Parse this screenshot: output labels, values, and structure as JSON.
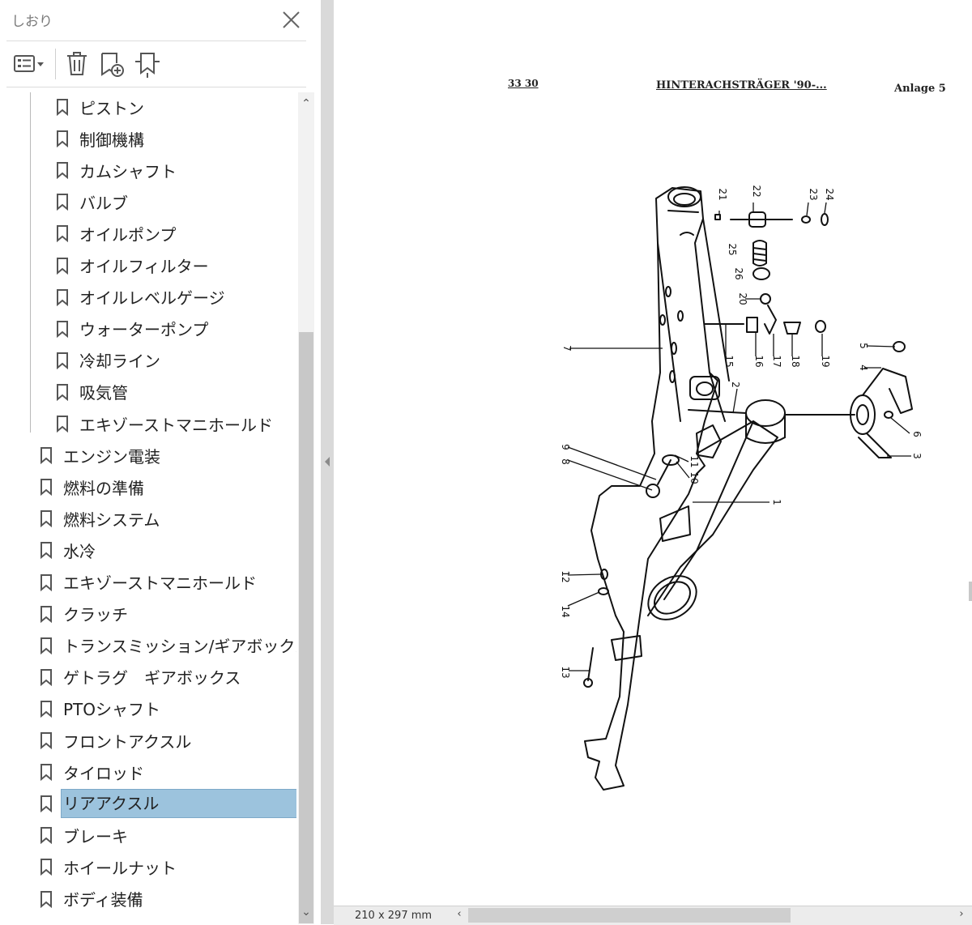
{
  "panel": {
    "title": "しおり",
    "toolbar": {
      "options_icon": "list-options-icon",
      "delete_icon": "trash-icon",
      "new_bookmark_icon": "bookmark-add-icon",
      "expand_icon": "bookmark-expand-icon"
    },
    "bookmarks": [
      {
        "label": "ピストン",
        "level": 2
      },
      {
        "label": "制御機構",
        "level": 2
      },
      {
        "label": "カムシャフト",
        "level": 2
      },
      {
        "label": "バルブ",
        "level": 2
      },
      {
        "label": "オイルポンプ",
        "level": 2
      },
      {
        "label": "オイルフィルター",
        "level": 2
      },
      {
        "label": "オイルレベルゲージ",
        "level": 2
      },
      {
        "label": "ウォーターポンプ",
        "level": 2
      },
      {
        "label": "冷却ライン",
        "level": 2
      },
      {
        "label": "吸気管",
        "level": 2
      },
      {
        "label": "エキゾーストマニホールド",
        "level": 2
      },
      {
        "label": "エンジン電装",
        "level": 1
      },
      {
        "label": "燃料の準備",
        "level": 1
      },
      {
        "label": "燃料システム",
        "level": 1
      },
      {
        "label": "水冷",
        "level": 1
      },
      {
        "label": "エキゾーストマニホールド",
        "level": 1
      },
      {
        "label": "クラッチ",
        "level": 1
      },
      {
        "label": "トランスミッション/ギアボックス",
        "level": 1
      },
      {
        "label": "ゲトラグ　ギアボックス",
        "level": 1
      },
      {
        "label": "PTOシャフト",
        "level": 1
      },
      {
        "label": "フロントアクスル",
        "level": 1
      },
      {
        "label": "タイロッド",
        "level": 1
      },
      {
        "label": "リアアクスル",
        "level": 1,
        "selected": true
      },
      {
        "label": "ブレーキ",
        "level": 1
      },
      {
        "label": "ホイールナット",
        "level": 1
      },
      {
        "label": "ボディ装備",
        "level": 1
      }
    ],
    "selected_color": "#9cc3dd"
  },
  "document": {
    "header_code": "33 30",
    "header_title": "HINTERACHSTRÄGER '90-...",
    "header_anlage": "Anlage 5",
    "part_numbers": [
      "1",
      "2",
      "3",
      "4",
      "5",
      "6",
      "7",
      "8",
      "9",
      "10",
      "11",
      "12",
      "13",
      "14",
      "15",
      "16",
      "17",
      "18",
      "19",
      "20",
      "21",
      "22",
      "23",
      "24",
      "25",
      "26"
    ]
  },
  "status": {
    "page_size": "210 x 297 mm"
  }
}
